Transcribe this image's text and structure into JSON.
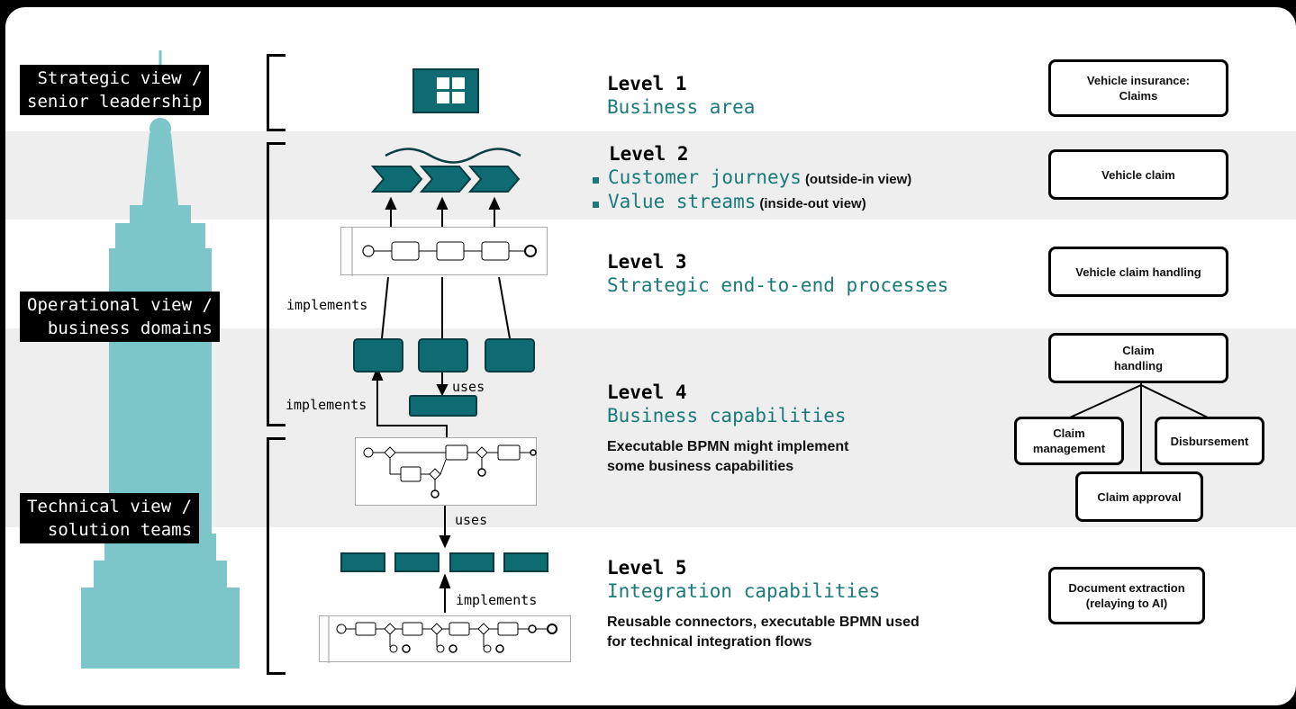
{
  "views": {
    "strategic": "Strategic view /\nsenior leadership",
    "operational": "Operational view /\nbusiness domains",
    "technical": "Technical view /\nsolution teams"
  },
  "levels": {
    "l1": {
      "title": "Level 1",
      "subtitle": "Business area"
    },
    "l2": {
      "title": "Level 2",
      "item1": "Customer journeys",
      "item1_note": "(outside-in view)",
      "item2": "Value streams",
      "item2_note": "(inside-out view)"
    },
    "l3": {
      "title": "Level 3",
      "subtitle": "Strategic end-to-end processes"
    },
    "l4": {
      "title": "Level 4",
      "subtitle": "Business capabilities",
      "desc1": "Executable BPMN might implement",
      "desc2": "some business capabilities"
    },
    "l5": {
      "title": "Level 5",
      "subtitle": "Integration capabilities",
      "desc1": "Reusable connectors, executable BPMN used",
      "desc2": "for technical integration flows"
    }
  },
  "arrows": {
    "implements_l3": "implements",
    "implements_l4": "implements",
    "uses_l4": "uses",
    "uses_l5": "uses",
    "implements_l5": "implements"
  },
  "examples": {
    "l1_line1": "Vehicle insurance:",
    "l1_line2": "Claims",
    "l2": "Vehicle claim",
    "l3": "Vehicle claim handling",
    "l4_root_line1": "Claim",
    "l4_root_line2": "handling",
    "l4_child1_line1": "Claim",
    "l4_child1_line2": "management",
    "l4_child2": "Disbursement",
    "l4_child3": "Claim approval",
    "l5_line1": "Document extraction",
    "l5_line2": "(relaying to AI)"
  },
  "colors": {
    "teal": "#0e6b72",
    "teal_text": "#1a7a7a",
    "tower": "#7cc5c9",
    "band": "#eeeeee"
  }
}
